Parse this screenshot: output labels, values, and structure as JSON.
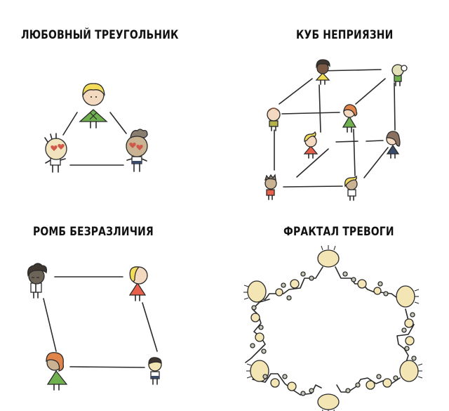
{
  "panels": [
    {
      "id": "love-triangle",
      "title": "ЛЮБОВНЫЙ ТРЕУГОЛЬНИК",
      "shape": "triangle",
      "people": [
        {
          "position": "top",
          "hair": "blonde",
          "shirt": "green",
          "mark": "X"
        },
        {
          "position": "bottom-left",
          "hair": "spiky",
          "eyes": "hearts"
        },
        {
          "position": "bottom-right",
          "hair": "brown-tuft",
          "eyes": "hearts"
        }
      ]
    },
    {
      "id": "cube-of-dislike",
      "title": "КУБ НЕПРИЯЗНИ",
      "shape": "cube",
      "people_count": 8
    },
    {
      "id": "rhombus-of-indifference",
      "title": "РОМБ  БЕЗРАЗЛИЧИЯ",
      "shape": "rhombus",
      "people_count": 4
    },
    {
      "id": "fractal-of-anxiety",
      "title": "ФРАКТАЛ ТРЕВОГИ",
      "shape": "fractal",
      "large_heads": 6
    }
  ],
  "colors": {
    "skin": "#f3d9c0",
    "skin_tan": "#c9b393",
    "blonde": "#f2dc5a",
    "green": "#6fb04f",
    "red": "#e9604a",
    "yellow": "#f1dc52",
    "heart": "#d0584a",
    "navy": "#3a4a6a",
    "brown_hair": "#8a7e70",
    "dark_hair": "#3e372f",
    "ginger": "#e0844a",
    "fractal_head": "#f3e6b4",
    "line": "#2a2a2a"
  }
}
